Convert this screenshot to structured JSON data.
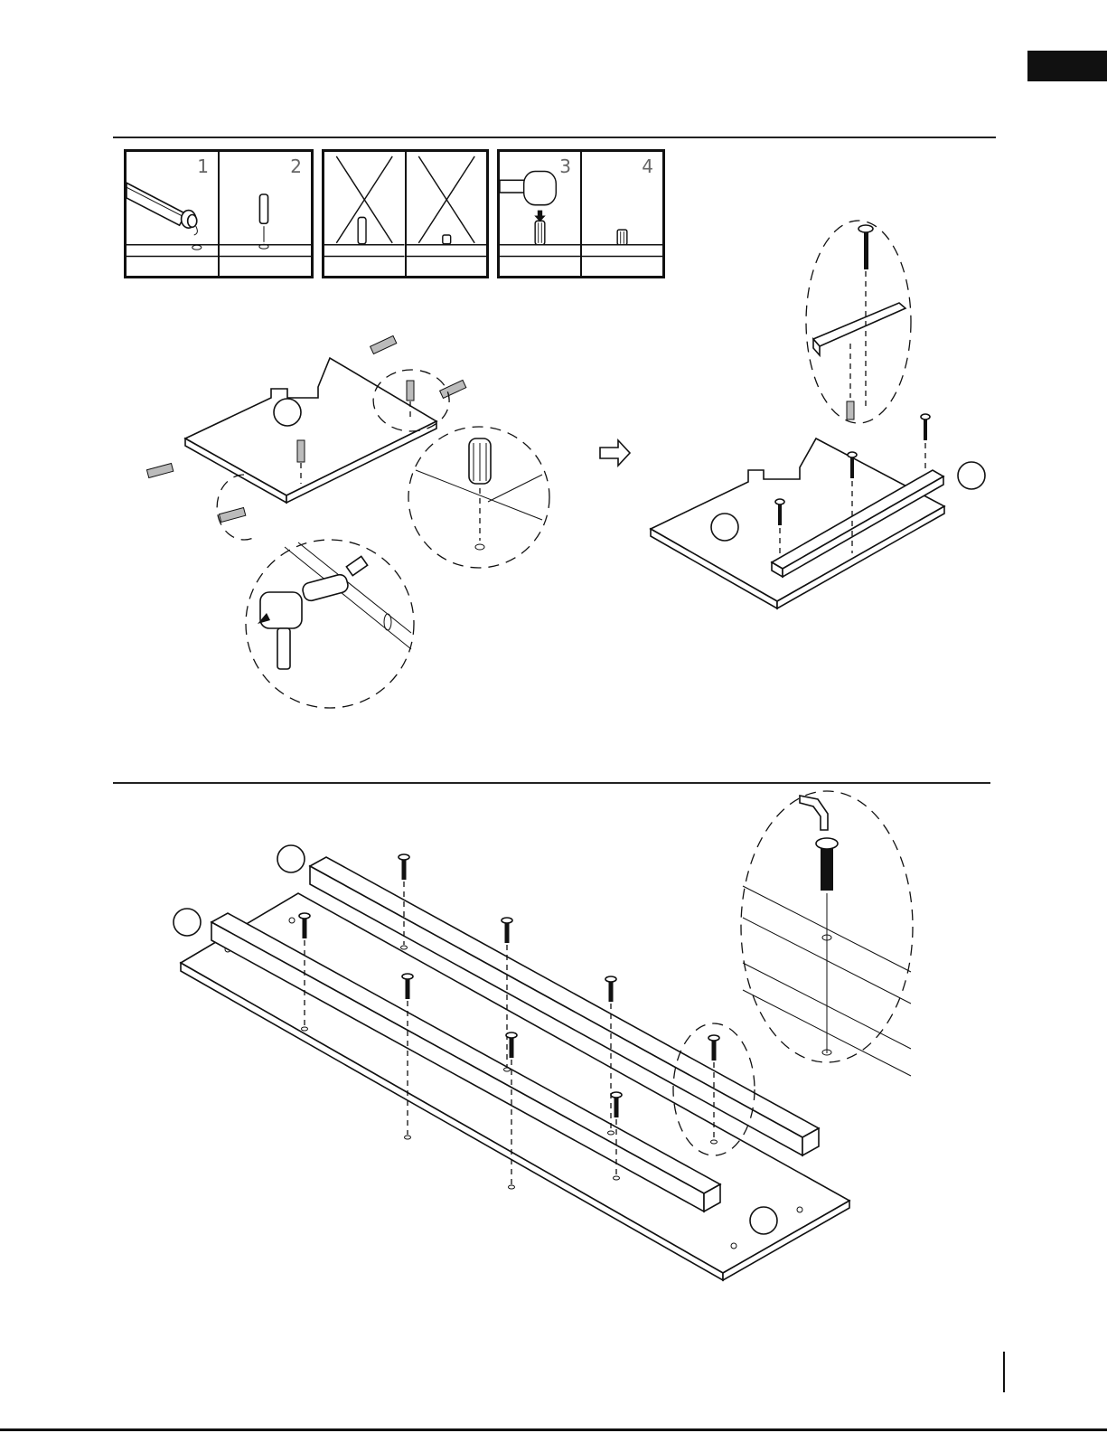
{
  "page": {
    "section_tab": "",
    "steps": [
      {
        "name": "step-a",
        "panels": [
          "1",
          "2",
          "",
          "",
          "3",
          "4"
        ]
      },
      {
        "name": "step-b"
      }
    ]
  },
  "icons": {
    "glue_bottle": "glue-bottle-icon",
    "dowel": "wooden-dowel-icon",
    "mallet": "rubber-mallet-icon",
    "screw": "screw-icon",
    "allen_key": "allen-key-icon",
    "arrow": "next-arrow-icon"
  },
  "colors": {
    "ink": "#111111",
    "tab": "#111111",
    "paper": "#ffffff"
  }
}
